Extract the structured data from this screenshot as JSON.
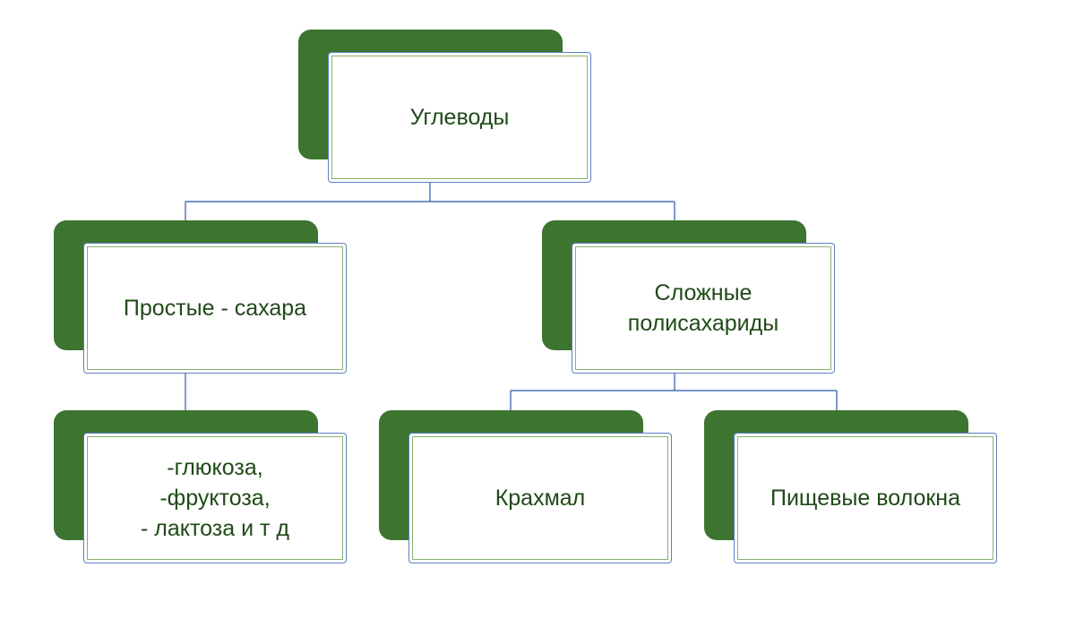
{
  "colors": {
    "shadow": "#3c7430",
    "border": "#5b7fc4",
    "text": "#1f4a17",
    "connector": "#4a6fb5"
  },
  "nodes": {
    "root": {
      "label": "Углеводы"
    },
    "simple": {
      "label": "Простые - сахара"
    },
    "complex": {
      "label": "Сложные\nполисахариды"
    },
    "simple_examples": {
      "label": "-глюкоза,\n-фруктоза,\n- лактоза и т д"
    },
    "starch": {
      "label": "Крахмал"
    },
    "fiber": {
      "label": "Пищевые волокна"
    }
  }
}
